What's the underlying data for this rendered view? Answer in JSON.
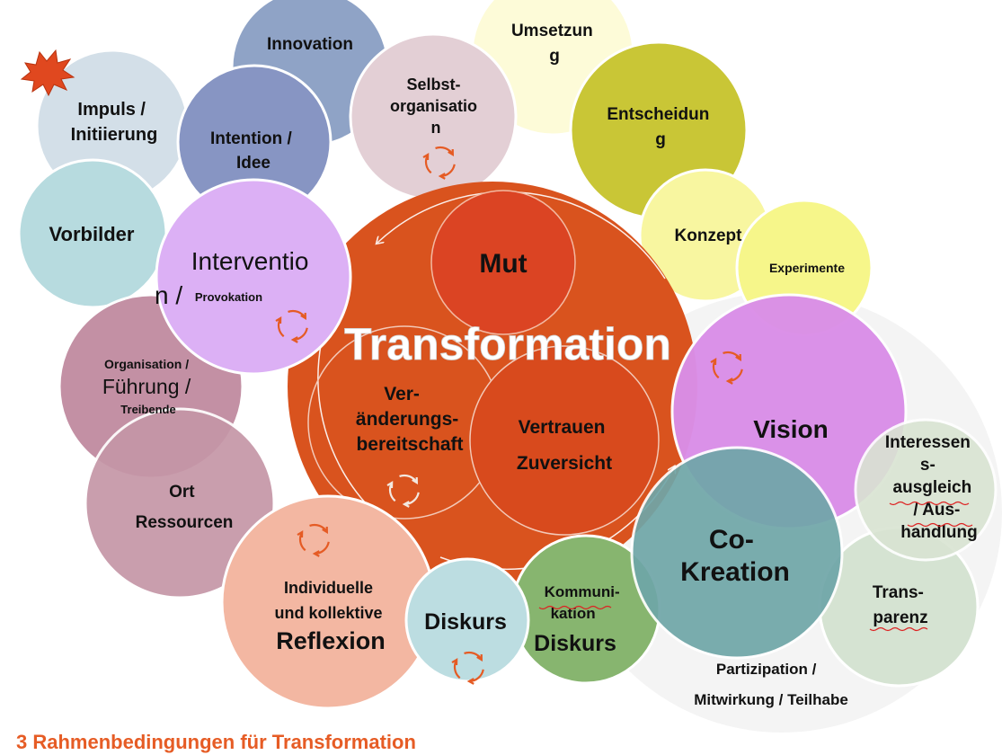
{
  "footer_title": "3 Rahmenbedingungen für Transformation",
  "center": {
    "title": "Transformation",
    "mut": "Mut",
    "veraenderung": [
      "Ver-",
      "änderungs-",
      "bereitschaft"
    ],
    "vertrauen": [
      "Vertrauen",
      "Zuversicht"
    ]
  },
  "bubbles": {
    "innovation": [
      "Innovation"
    ],
    "umsetzung": [
      "Umsetzun",
      "g"
    ],
    "selbstorganisation": [
      "Selbst-",
      "organisatio",
      "n"
    ],
    "entscheidung": [
      "Entscheidun",
      "g"
    ],
    "impuls": [
      "Impuls /",
      "Initiierung"
    ],
    "intention": [
      "Intention /",
      "Idee"
    ],
    "vorbilder": [
      "Vorbilder"
    ],
    "intervention": [
      "Interventio",
      "n /",
      "Provokation"
    ],
    "konzept": [
      "Konzept"
    ],
    "experimente": [
      "Experimente"
    ],
    "organisation": [
      "Organisation /",
      "Führung /",
      "Treibende"
    ],
    "ort": [
      "Ort",
      "Ressourcen"
    ],
    "vision": [
      "Vision"
    ],
    "interessen": [
      "Interessen",
      "s-",
      "ausgleich",
      "/ Aus-",
      "handlung"
    ],
    "kokreation": [
      "Co-",
      "Kreation"
    ],
    "transparenz": [
      "Trans-",
      "parenz"
    ],
    "reflexion": [
      "Individuelle",
      "und kollektive",
      "Reflexion"
    ],
    "diskurs": [
      "Diskurs"
    ],
    "kommunikation": [
      "Kommuni-",
      "kation",
      "Diskurs"
    ],
    "partizipation": [
      "Partizipation /",
      "Mitwirkung / Teilhabe"
    ]
  },
  "colors": {
    "transformation": "#d9531e",
    "mut": "#db4423",
    "innovation": "#8fa3c6",
    "umsetzung": "#fdfbd8",
    "selbst": "#e3cfd5",
    "entscheidung": "#c9c636",
    "impuls": "#d3dfe8",
    "intention": "#8795c3",
    "vorbilder": "#b7dbdf",
    "intervention": "#dcb0f5",
    "konzept": "#f8f6a0",
    "experimente": "#f6f68a",
    "organisation": "#c08ba0",
    "ort": "#c596a7",
    "vision": "#da8ee8",
    "interessen": "#d9e4d2",
    "kokreation": "#6fa6a8",
    "transparenz": "#d5e3d2",
    "reflexion": "#f3b7a2",
    "diskurs": "#bcdde1",
    "kommunikation": "#87b56f",
    "footer": "#e65c25",
    "cycle": "#e55b24"
  },
  "icons": [
    "cycle-arrows-icon",
    "starburst-icon"
  ]
}
